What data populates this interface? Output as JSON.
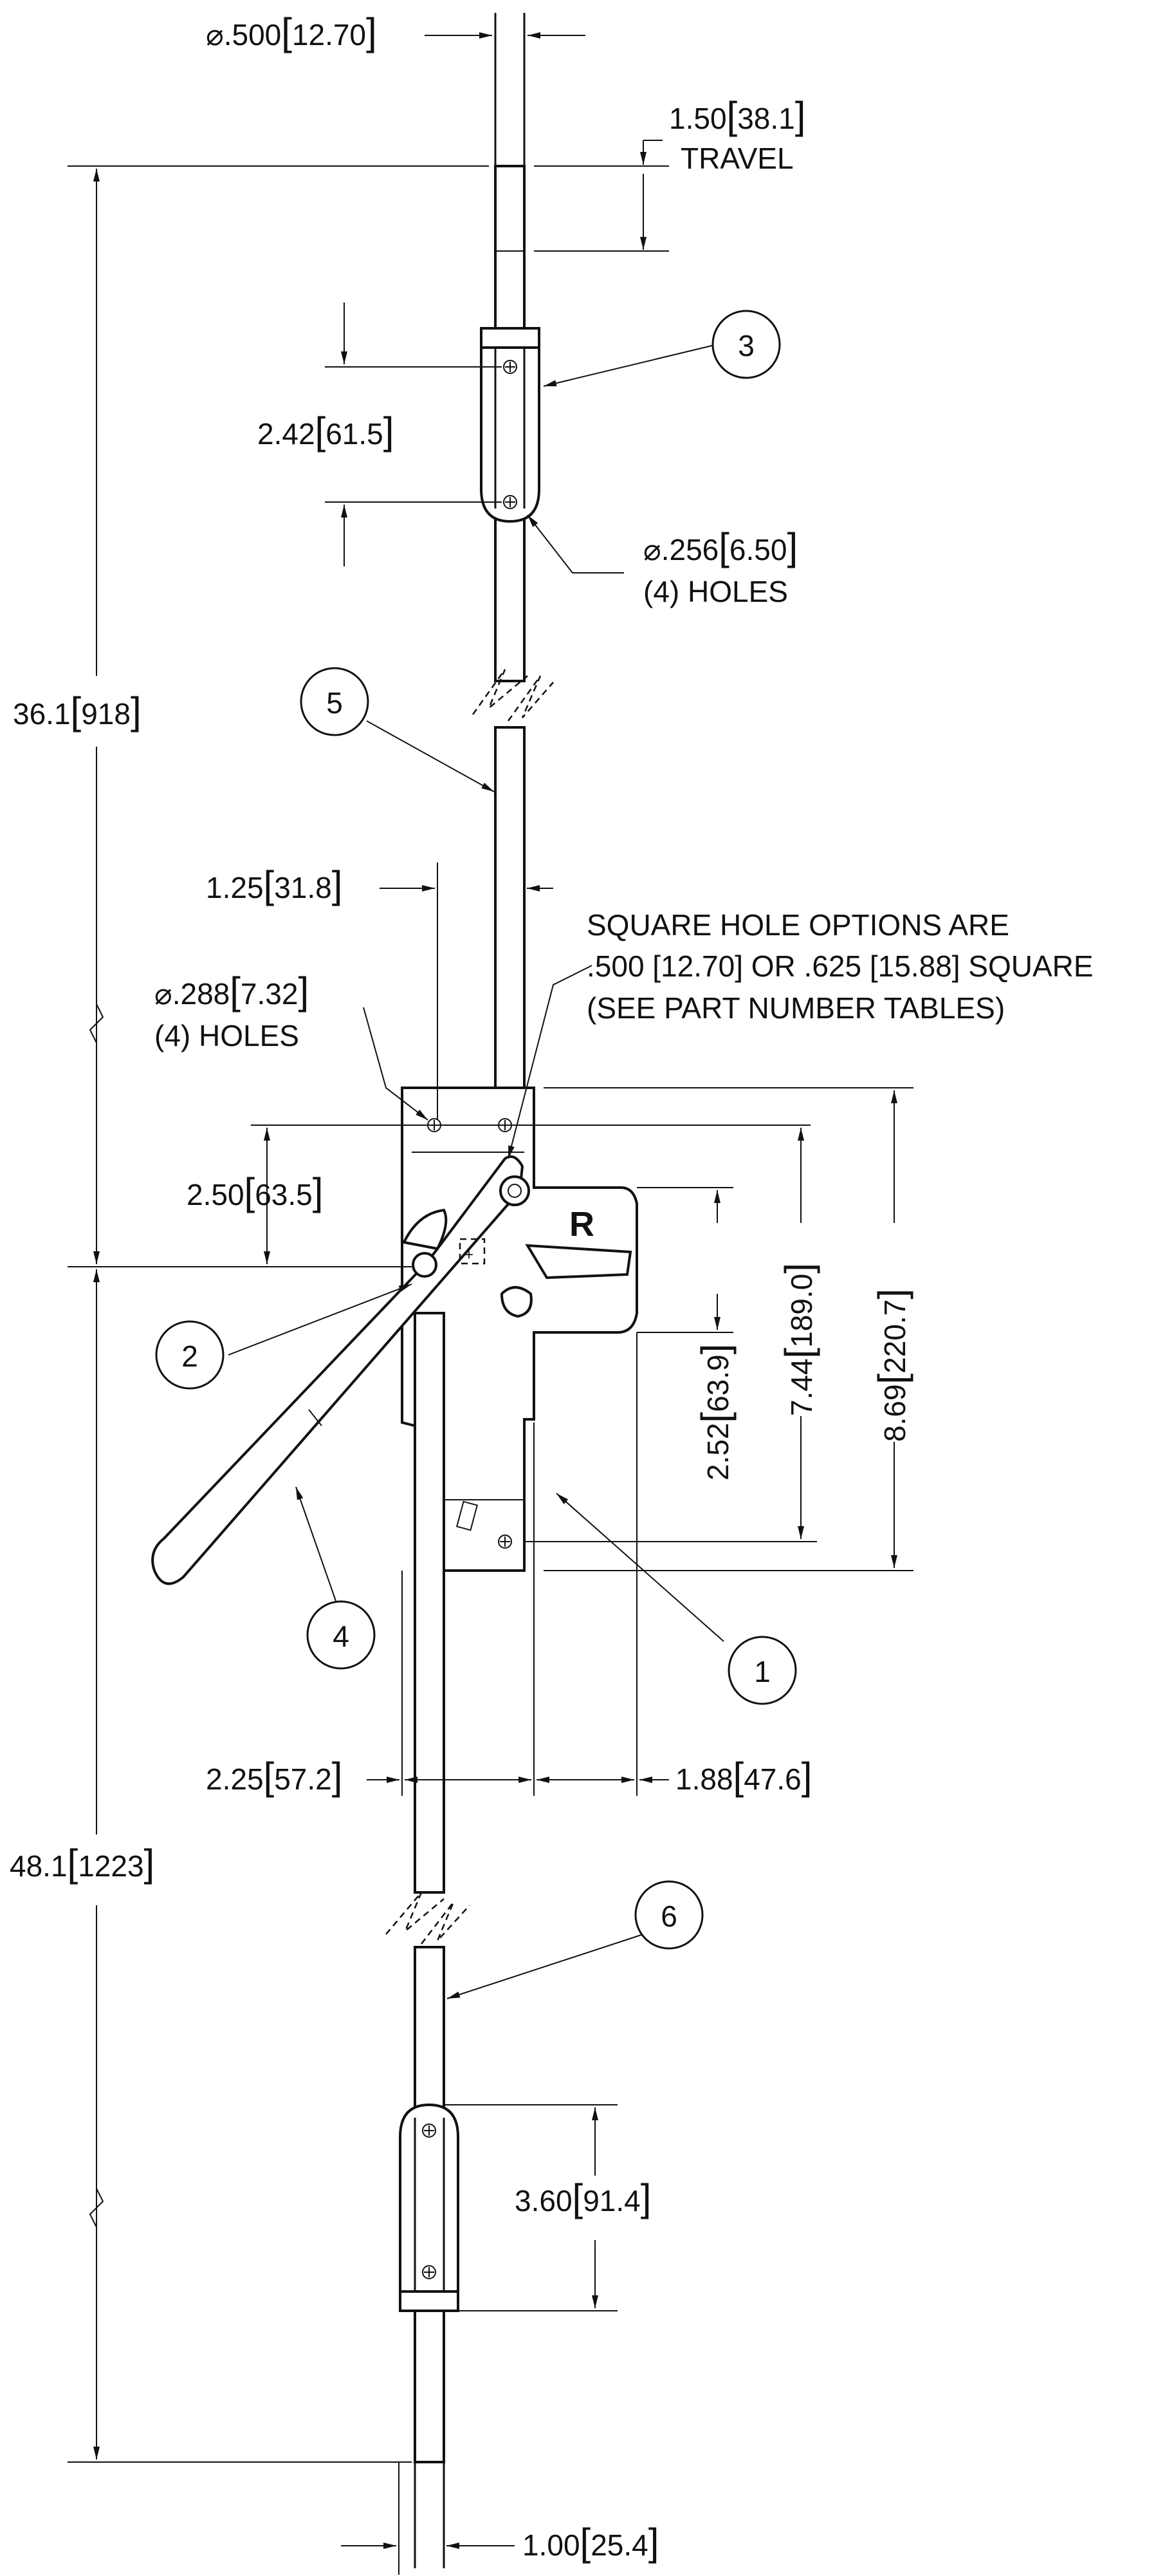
{
  "dimensions": {
    "rod_dia": {
      "symbol": "⌀",
      "imperial": ".500",
      "metric": "12.70"
    },
    "travel": {
      "imperial": "1.50",
      "metric": "38.1",
      "label": "TRAVEL"
    },
    "guide_top_len": {
      "imperial": "2.42",
      "metric": "61.5"
    },
    "holes_256": {
      "symbol": "⌀",
      "imperial": ".256",
      "metric": "6.50",
      "note": "(4) HOLES"
    },
    "upper_rod_len": {
      "imperial": "36.1",
      "metric": "918"
    },
    "rod_offset": {
      "imperial": "1.25",
      "metric": "31.8"
    },
    "holes_288": {
      "symbol": "⌀",
      "imperial": ".288",
      "metric": "7.32",
      "note": "(4) HOLES"
    },
    "square_note": {
      "line1": "SQUARE HOLE OPTIONS ARE",
      "line2": ".500 [12.70] OR .625 [15.88] SQUARE",
      "line3": "(SEE PART NUMBER TABLES)"
    },
    "hub_height": {
      "imperial": "2.50",
      "metric": "63.5"
    },
    "center_to_bottom": {
      "imperial": "2.52",
      "metric": "63.9"
    },
    "hole_spacing": {
      "imperial": "7.44",
      "metric": "189.0"
    },
    "body_height": {
      "imperial": "8.69",
      "metric": "220.7"
    },
    "body_left": {
      "imperial": "2.25",
      "metric": "57.2"
    },
    "body_right": {
      "imperial": "1.88",
      "metric": "47.6"
    },
    "lower_rod_len": {
      "imperial": "48.1",
      "metric": "1223"
    },
    "guide_bottom_len": {
      "imperial": "3.60",
      "metric": "91.4"
    },
    "bottom_rod_offset": {
      "imperial": "1.00",
      "metric": "25.4"
    }
  },
  "hand_letter": "R",
  "balloons": [
    "1",
    "2",
    "3",
    "4",
    "5",
    "6"
  ]
}
